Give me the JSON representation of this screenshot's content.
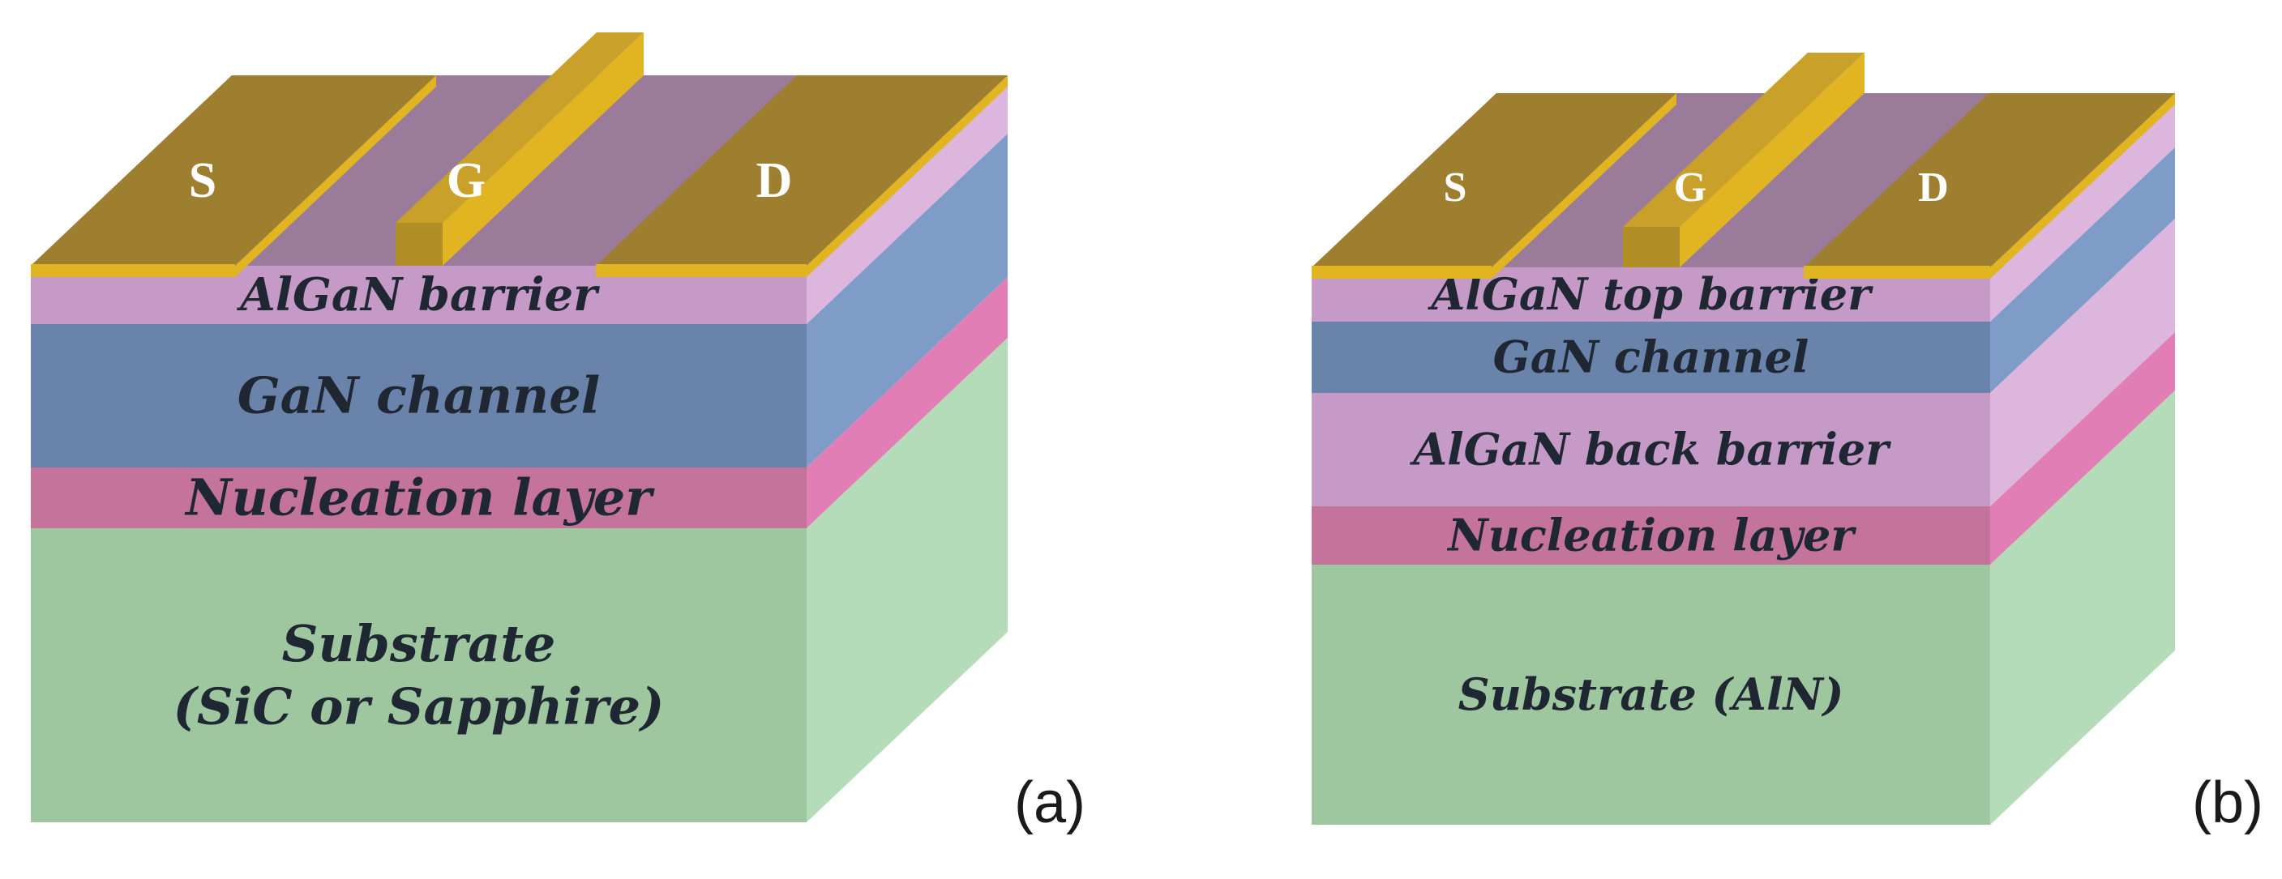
{
  "colors": {
    "barrier": "#c59ac7",
    "barrier_side": "#dcb6dc",
    "channel": "#6a83aa",
    "channel_side": "#7f9bc8",
    "nucleation": "#c4739a",
    "nucleation_side": "#e27eb6",
    "substrate": "#9ec7a0",
    "substrate_side": "#b5dcb8",
    "barrier_top": "#9a7b99",
    "contact_top": "#9e7f2f",
    "contact_edge": "#e1b421",
    "gate_top": "#c9a12a",
    "gate_front": "#b28f26",
    "text": "#1f2733"
  },
  "panels": [
    {
      "id": "a",
      "tag": "(a)",
      "contacts": {
        "source": "S",
        "gate": "G",
        "drain": "D"
      },
      "layers": [
        {
          "kind": "barrier",
          "lines": [
            "AlGaN barrier"
          ]
        },
        {
          "kind": "channel",
          "lines": [
            "GaN channel"
          ]
        },
        {
          "kind": "nucleation",
          "lines": [
            "Nucleation layer"
          ]
        },
        {
          "kind": "substrate",
          "lines": [
            "Substrate",
            "(SiC or Sapphire)"
          ]
        }
      ]
    },
    {
      "id": "b",
      "tag": "(b)",
      "contacts": {
        "source": "S",
        "gate": "G",
        "drain": "D"
      },
      "layers": [
        {
          "kind": "barrier",
          "lines": [
            "AlGaN top barrier"
          ]
        },
        {
          "kind": "channel",
          "lines": [
            "GaN channel"
          ]
        },
        {
          "kind": "barrier",
          "lines": [
            "AlGaN back barrier"
          ]
        },
        {
          "kind": "nucleation",
          "lines": [
            "Nucleation layer"
          ]
        },
        {
          "kind": "substrate",
          "lines": [
            "Substrate (AlN)"
          ]
        }
      ]
    }
  ]
}
